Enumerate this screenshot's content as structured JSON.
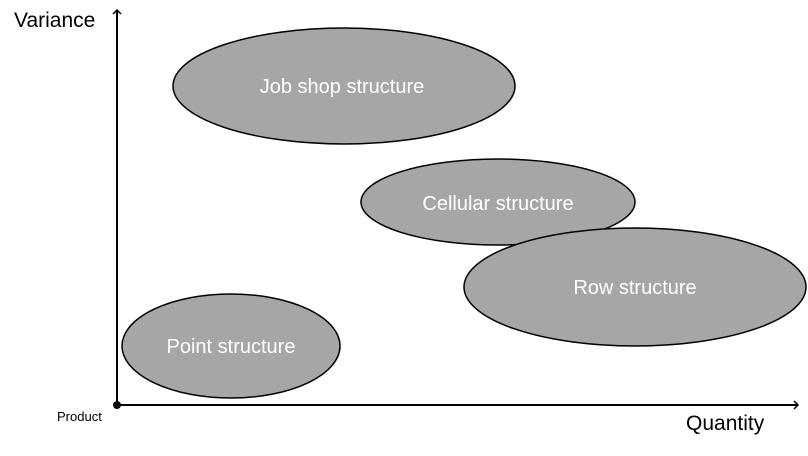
{
  "axes": {
    "y_label": "Variance",
    "x_label": "Quantity",
    "origin_label": "Product"
  },
  "colors": {
    "ellipse_fill": "#a6a6a6",
    "ellipse_stroke": "#000000",
    "ellipse_text": "#ffffff",
    "axis": "#000000"
  },
  "ellipses": [
    {
      "id": "job-shop",
      "label": "Job shop structure"
    },
    {
      "id": "cellular",
      "label": "Cellular structure"
    },
    {
      "id": "row",
      "label": "Row structure"
    },
    {
      "id": "point",
      "label": "Point structure"
    }
  ]
}
